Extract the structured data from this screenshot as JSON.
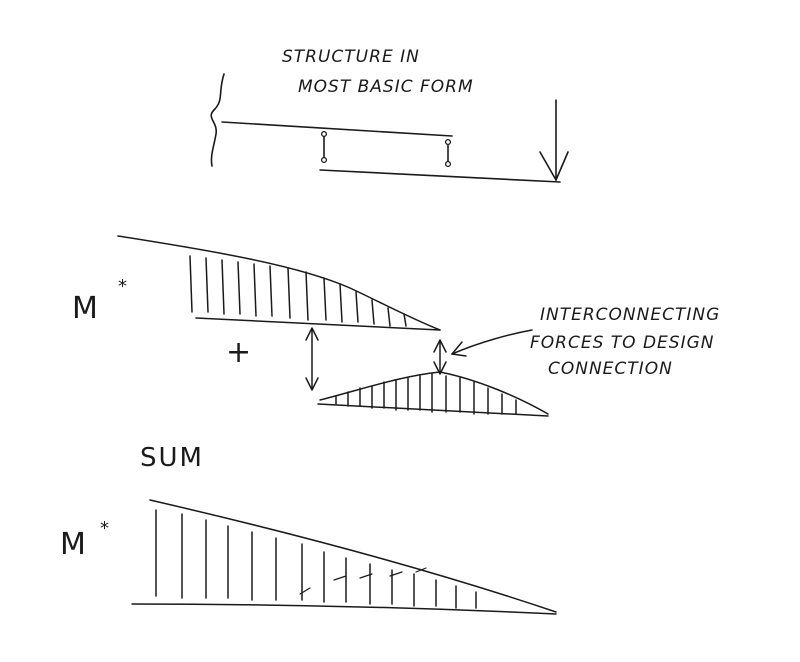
{
  "diagram": {
    "title_lines": [
      "STRUCTURE IN",
      "MOST BASIC FORM"
    ],
    "moment_label": "M",
    "moment_mark": "*",
    "plus_sign": "+",
    "annotation_lines": [
      "INTERCONNECTING",
      "FORCES TO DESIGN",
      "CONNECTION"
    ],
    "sum_label": "SUM",
    "sum_moment_label": "M",
    "sum_moment_mark": "*"
  },
  "colors": {
    "ink": "#1a1a1a",
    "paper": "#ffffff"
  }
}
